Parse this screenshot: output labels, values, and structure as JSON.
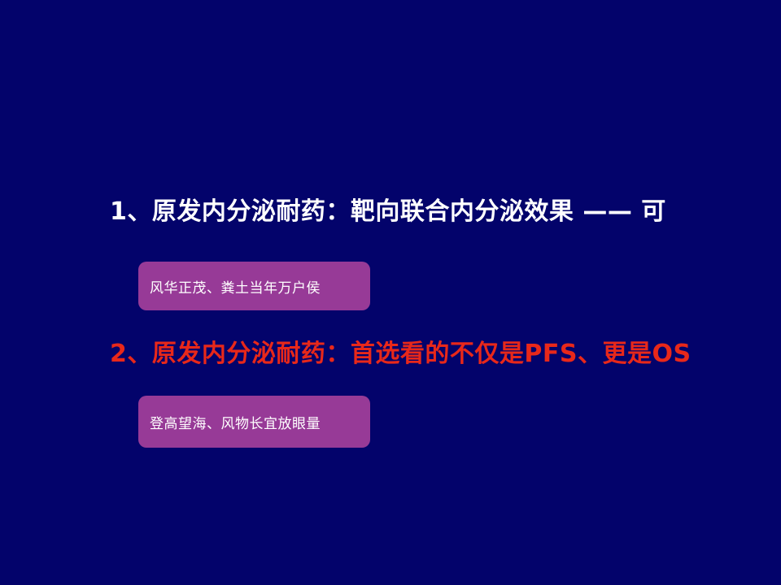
{
  "slide": {
    "background_color": "#03036b",
    "heading1": {
      "text": "1、原发内分泌耐药：靶向联合内分泌效果 —— 可",
      "color": "#ffffff"
    },
    "callout1": {
      "text": "风华正茂、粪土当年万户侯",
      "background_color": "#973a97",
      "text_color": "#ffffff"
    },
    "heading2": {
      "text": "2、原发内分泌耐药：首选看的不仅是PFS、更是OS",
      "color": "#e8281a"
    },
    "callout2": {
      "text": "登高望海、风物长宜放眼量",
      "background_color": "#973a97",
      "text_color": "#ffffff"
    }
  }
}
